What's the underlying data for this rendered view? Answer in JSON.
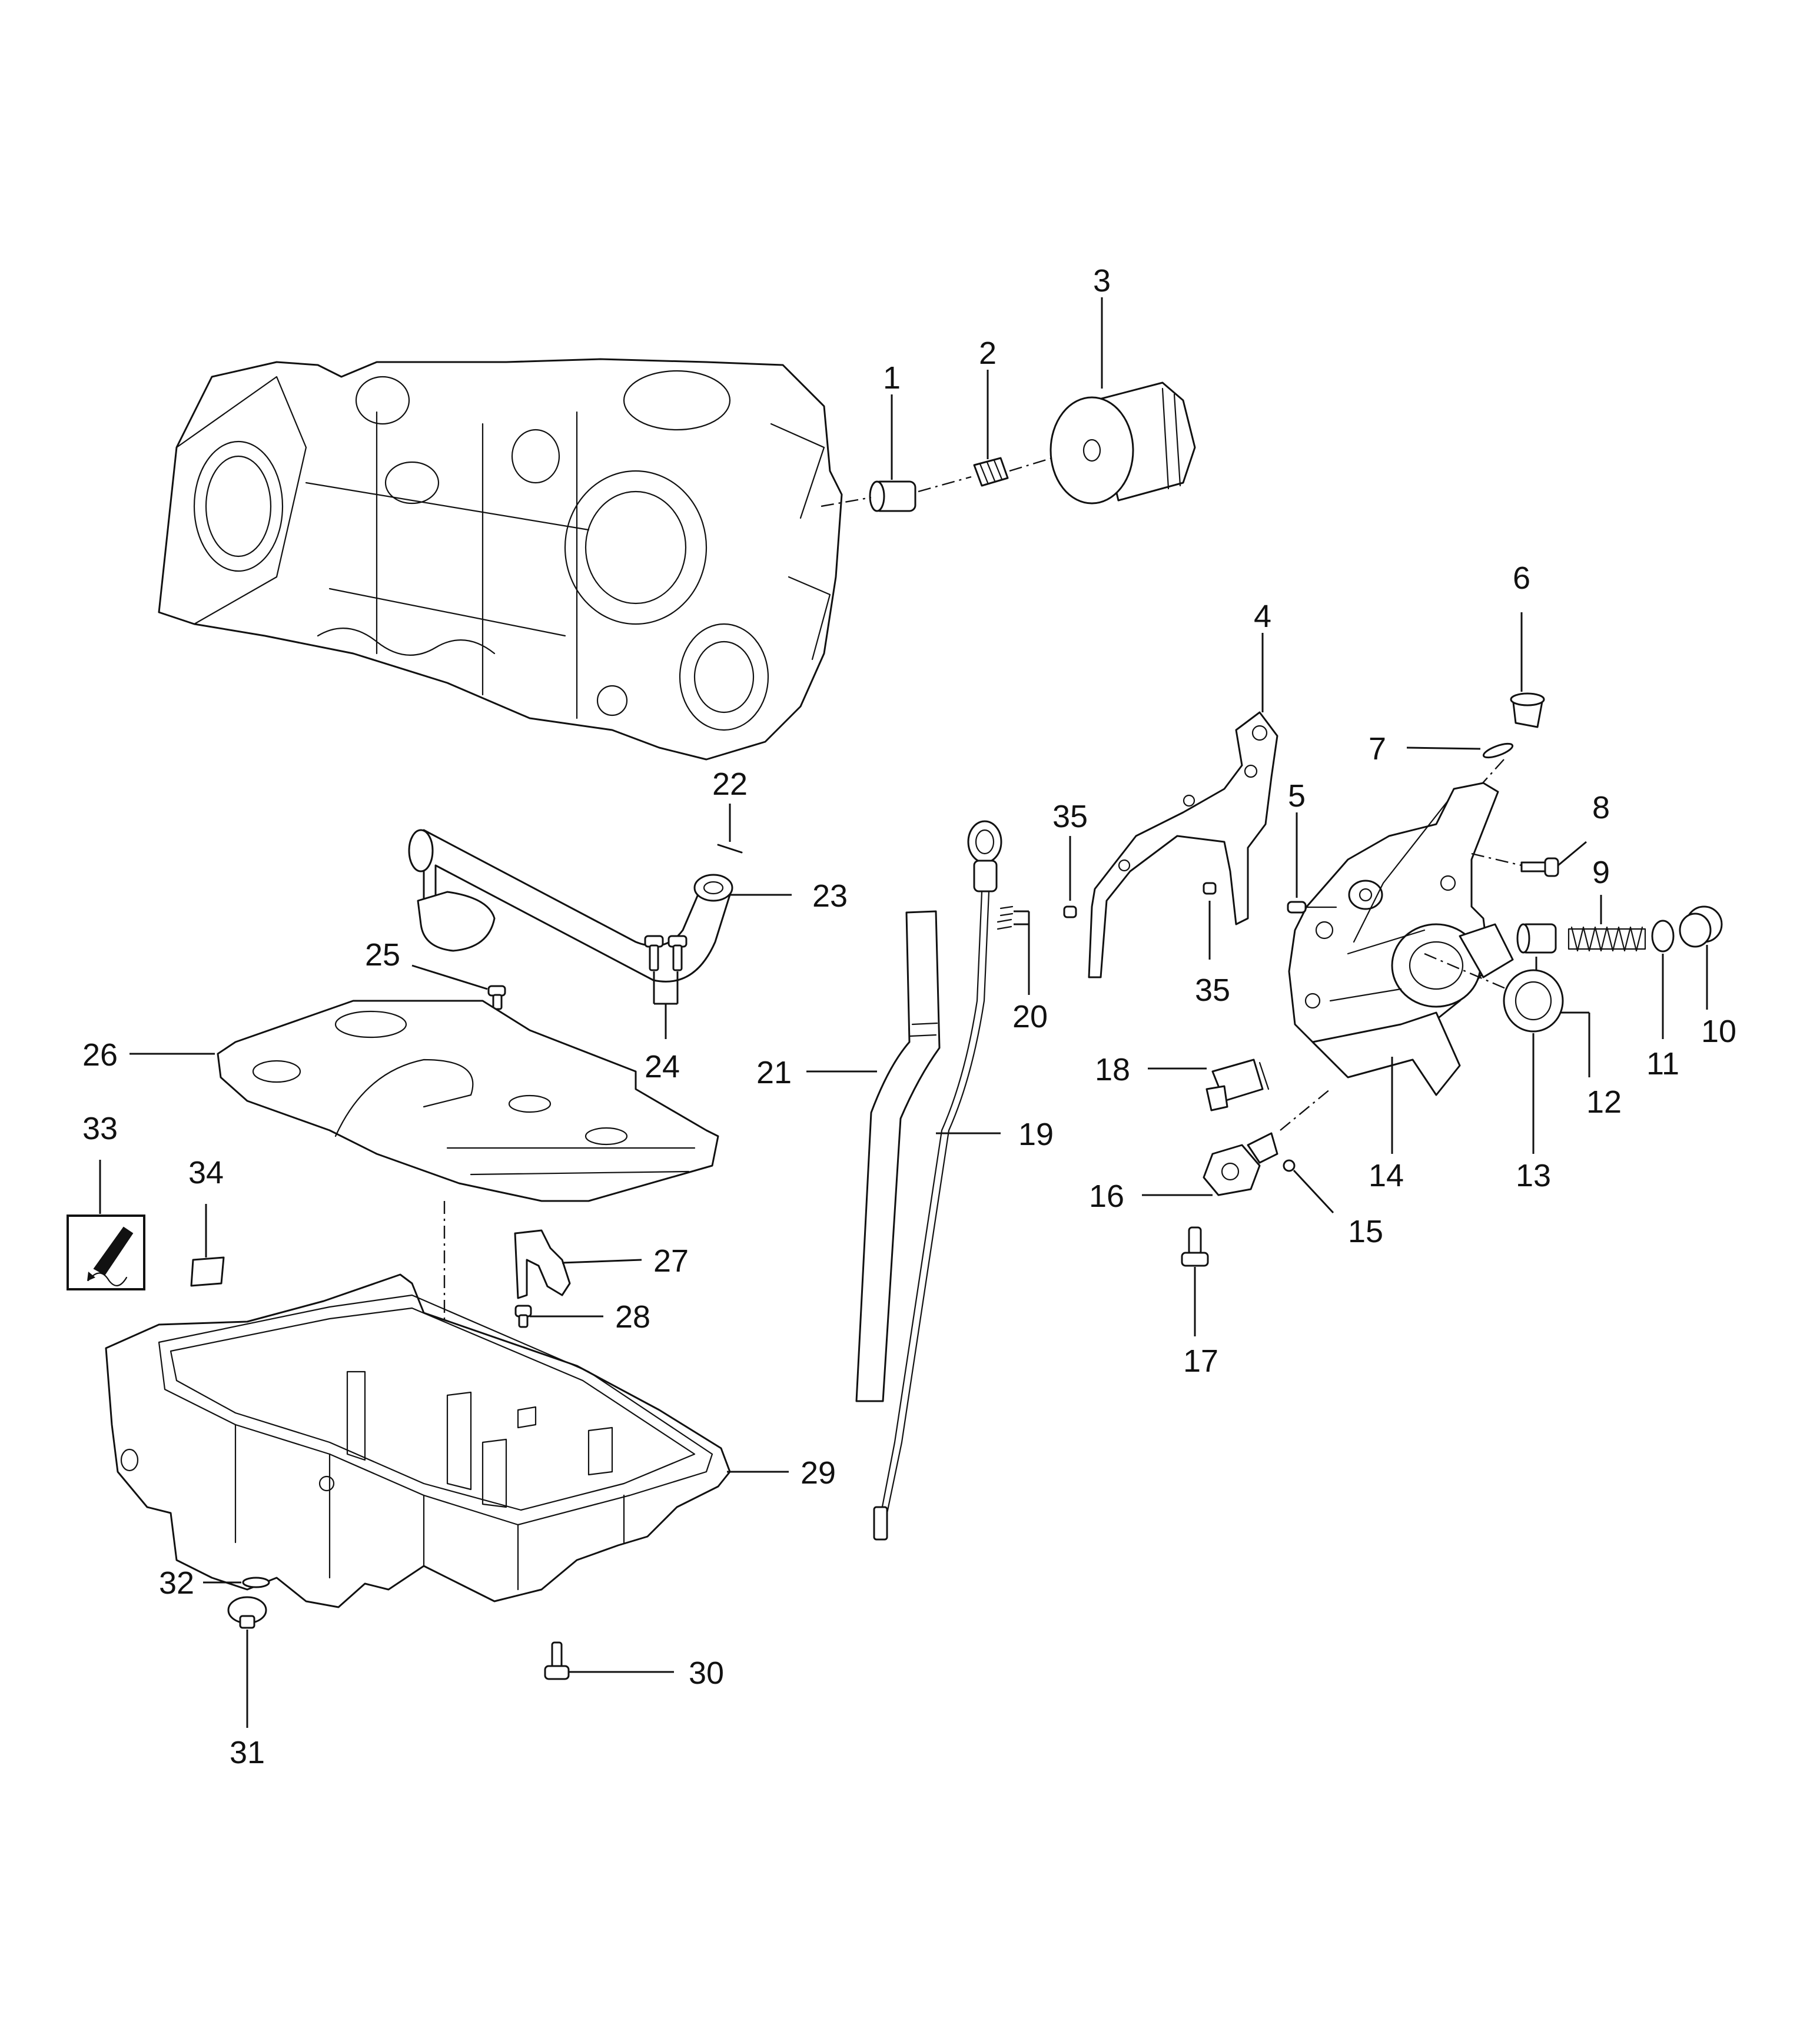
{
  "callouts": [
    "1",
    "2",
    "3",
    "4",
    "5",
    "6",
    "7",
    "8",
    "9",
    "10",
    "11",
    "12",
    "13",
    "14",
    "15",
    "16",
    "17",
    "18",
    "19",
    "20",
    "21",
    "22",
    "23",
    "24",
    "25",
    "26",
    "27",
    "28",
    "29",
    "30",
    "31",
    "32",
    "33",
    "34",
    "35"
  ],
  "icons": {
    "sealant": "sealant-tube-icon",
    "label": "label-sticker-icon"
  }
}
